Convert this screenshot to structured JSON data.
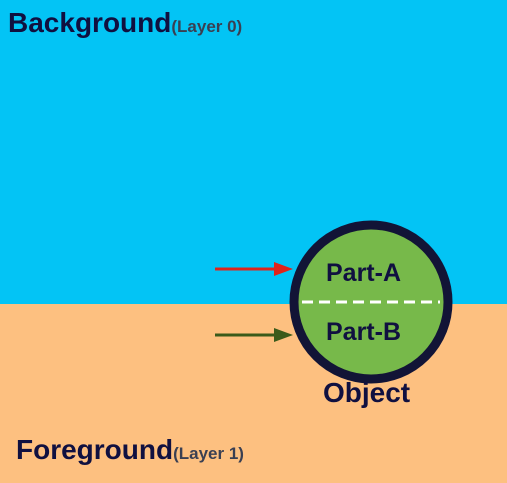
{
  "colors": {
    "background": "#03c4f5",
    "foreground": "#fdc080",
    "object_fill": "#77b94a",
    "object_outline": "#121436",
    "arrow_part_a": "#e0231a",
    "arrow_part_b": "#3a5a1a",
    "text": "#101040"
  },
  "background": {
    "label": "Background",
    "layer": "(Layer 0)"
  },
  "foreground": {
    "label": "Foreground",
    "layer": "(Layer 1)"
  },
  "object": {
    "label": "Object",
    "part_a": "Part-A",
    "part_b": "Part-B"
  },
  "icons": {
    "part_a_arrow": "arrow-right-icon",
    "part_b_arrow": "arrow-right-icon"
  }
}
